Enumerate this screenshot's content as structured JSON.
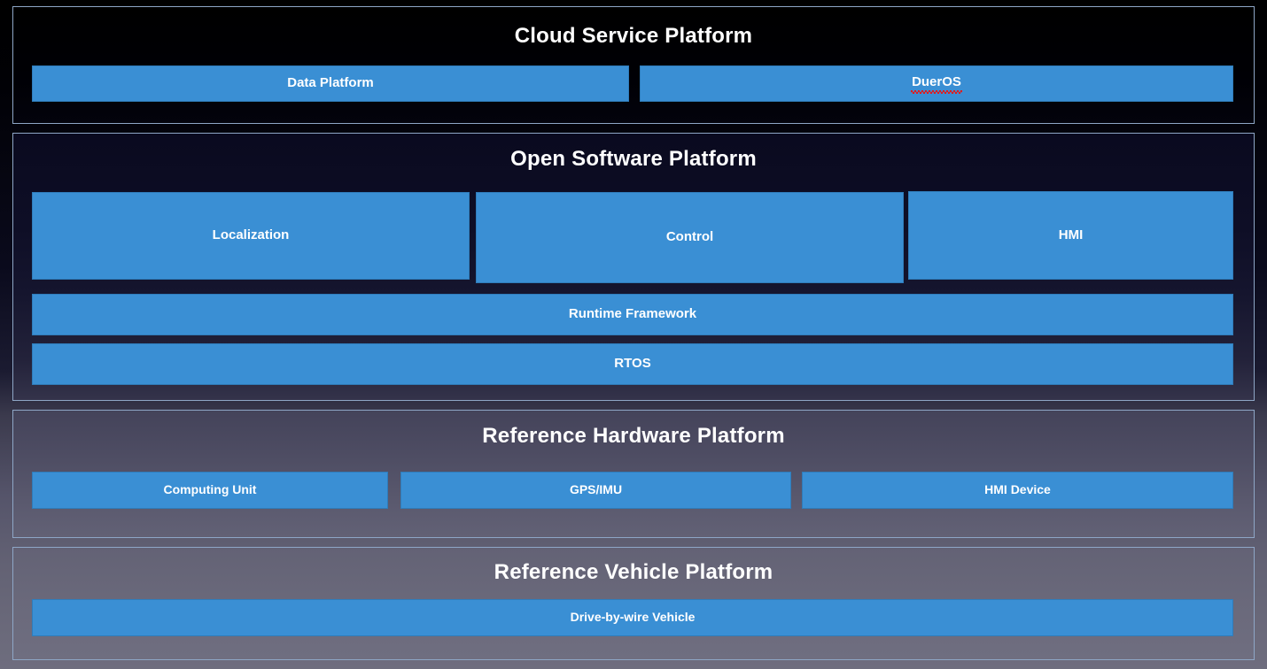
{
  "colors": {
    "box_blue": "#3a8fd4",
    "box_blue_border": "#2f7cba",
    "panel_border": "#8ea6c6",
    "title_text": "#ffffff",
    "spellcheck_underline": "#e21b1b"
  },
  "layers": [
    {
      "id": "cloud-service-platform",
      "title": "Cloud Service Platform",
      "boxes": [
        {
          "label": "Data Platform",
          "spellcheck_error": false
        },
        {
          "label": "DuerOS",
          "spellcheck_error": true
        }
      ]
    },
    {
      "id": "open-software-platform",
      "title": "Open Software Platform",
      "boxes": [
        {
          "label": "Localization",
          "spellcheck_error": false
        },
        {
          "label": "Control",
          "spellcheck_error": false
        },
        {
          "label": "HMI",
          "spellcheck_error": false
        },
        {
          "label": "Runtime Framework",
          "spellcheck_error": false
        },
        {
          "label": "RTOS",
          "spellcheck_error": false
        }
      ]
    },
    {
      "id": "reference-hardware-platform",
      "title": "Reference Hardware Platform",
      "boxes": [
        {
          "label": "Computing Unit",
          "spellcheck_error": false
        },
        {
          "label": "GPS/IMU",
          "spellcheck_error": false
        },
        {
          "label": "HMI Device",
          "spellcheck_error": false
        }
      ]
    },
    {
      "id": "reference-vehicle-platform",
      "title": "Reference Vehicle Platform",
      "boxes": [
        {
          "label": "Drive-by-wire Vehicle",
          "spellcheck_error": false
        }
      ]
    }
  ]
}
